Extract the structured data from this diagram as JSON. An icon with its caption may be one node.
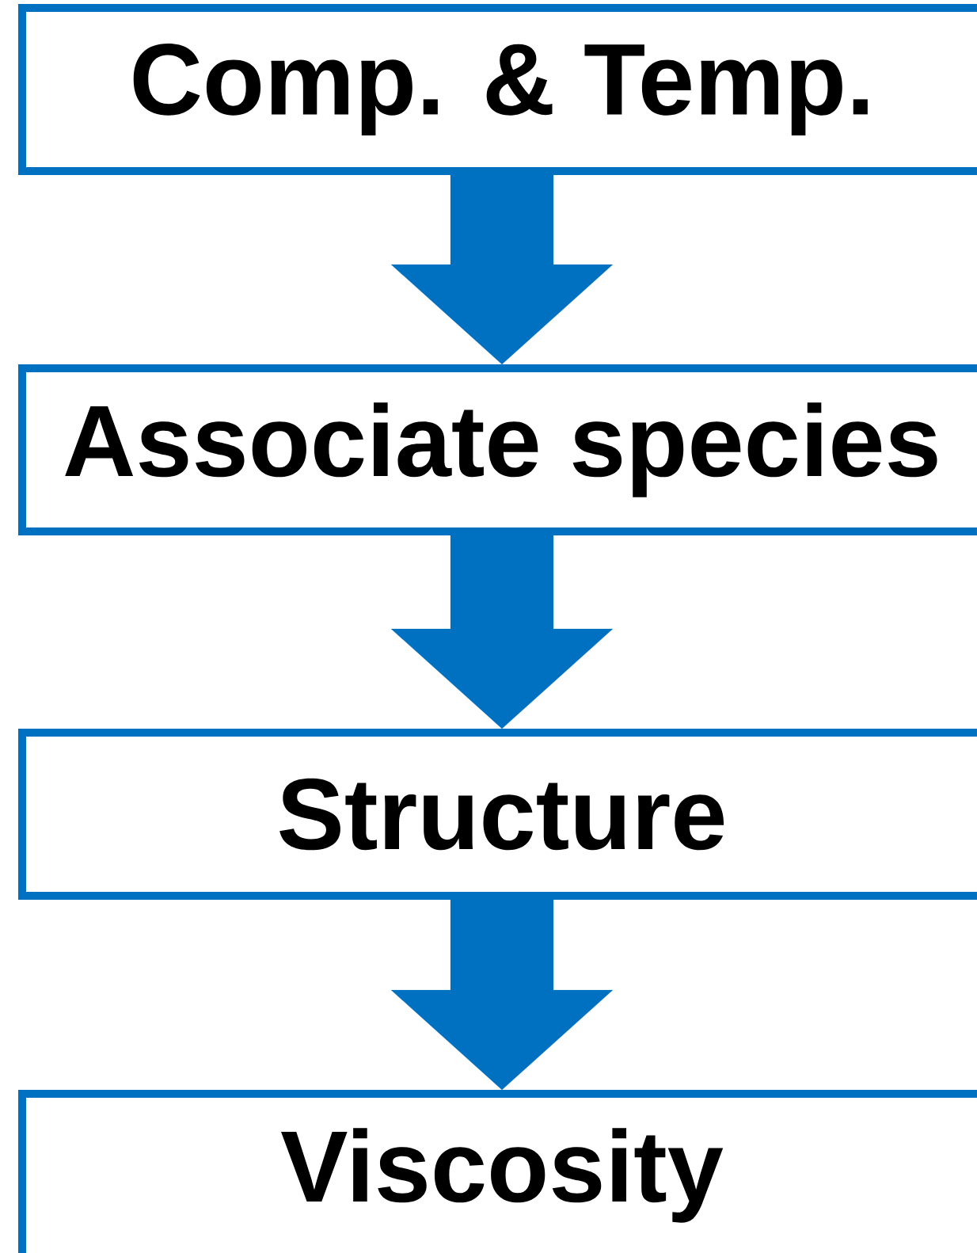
{
  "diagram": {
    "nodes": [
      {
        "text": [
          "Comp. & Temp."
        ]
      },
      {
        "text": [
          "Associate species"
        ]
      },
      {
        "text": [
          "Structure"
        ]
      },
      {
        "text": [
          "Viscosity"
        ]
      }
    ],
    "edges": [
      {
        "from": 0,
        "to": 1,
        "arrow": "to"
      },
      {
        "from": 1,
        "to": 2,
        "arrow": "to"
      },
      {
        "from": 2,
        "to": 3,
        "arrow": "to"
      }
    ]
  }
}
